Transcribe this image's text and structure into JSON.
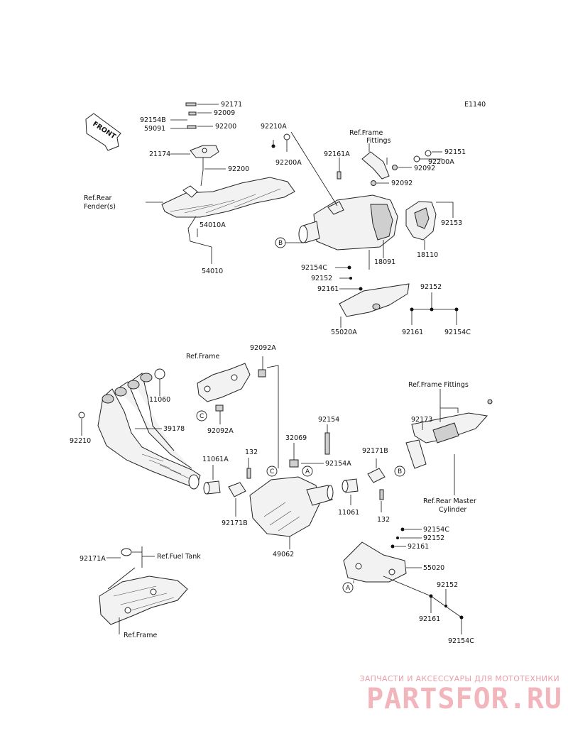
{
  "diagram_code": "E1140",
  "front_arrow_text": "FRONT",
  "labels": {
    "p92171": "92171",
    "p92009": "92009",
    "p92154B": "92154B",
    "p59091": "59091",
    "p92200_top": "92200",
    "p92210A": "92210A",
    "p92200A_left": "92200A",
    "p21174": "21174",
    "p92200_mid": "92200",
    "p92161A": "92161A",
    "p92151": "92151",
    "p92200A_right": "92200A",
    "p92092_a": "92092",
    "p92092_b": "92092",
    "p54010A": "54010A",
    "p54010": "54010",
    "p92153": "92153",
    "p18091": "18091",
    "p18110": "18110",
    "p92154C_a": "92154C",
    "p92152_a": "92152",
    "p92161_a": "92161",
    "p55020A": "55020A",
    "p92152_b": "92152",
    "p92161_b": "92161",
    "p92154C_b": "92154C",
    "p92092A_a": "92092A",
    "p92092A_b": "92092A",
    "p11060": "11060",
    "p92210": "92210",
    "p39178": "39178",
    "p92154": "92154",
    "p32069": "32069",
    "p92154A": "92154A",
    "p92173": "92173",
    "p11061A": "11061A",
    "p132_a": "132",
    "p92171B_a": "92171B",
    "p92171B_b": "92171B",
    "p11061": "11061",
    "p132_b": "132",
    "p49062": "49062",
    "p92154C_c": "92154C",
    "p92152_c": "92152",
    "p92161_c": "92161",
    "p55020": "55020",
    "p92152_d": "92152",
    "p92161_d": "92161",
    "p92154C_d": "92154C",
    "p92171A": "92171A"
  },
  "refs": {
    "rear_fender_1": "Ref.Rear",
    "rear_fender_2": "Fender(s)",
    "frame_fittings_top_1": "Ref.Frame",
    "frame_fittings_top_2": "Fittings",
    "frame_mid": "Ref.Frame",
    "frame_fittings_right": "Ref.Frame Fittings",
    "rear_master_1": "Ref.Rear Master",
    "rear_master_2": "Cylinder",
    "fuel_tank": "Ref.Fuel Tank",
    "frame_bottom": "Ref.Frame"
  },
  "callout_letters": {
    "a": "A",
    "b": "B",
    "c": "C"
  },
  "watermark": {
    "tagline": "ЗАПЧАСТИ И АКСЕССУАРЫ ДЛЯ МОТОТЕХНИКИ",
    "logo": "PARTSFOR.RU"
  }
}
